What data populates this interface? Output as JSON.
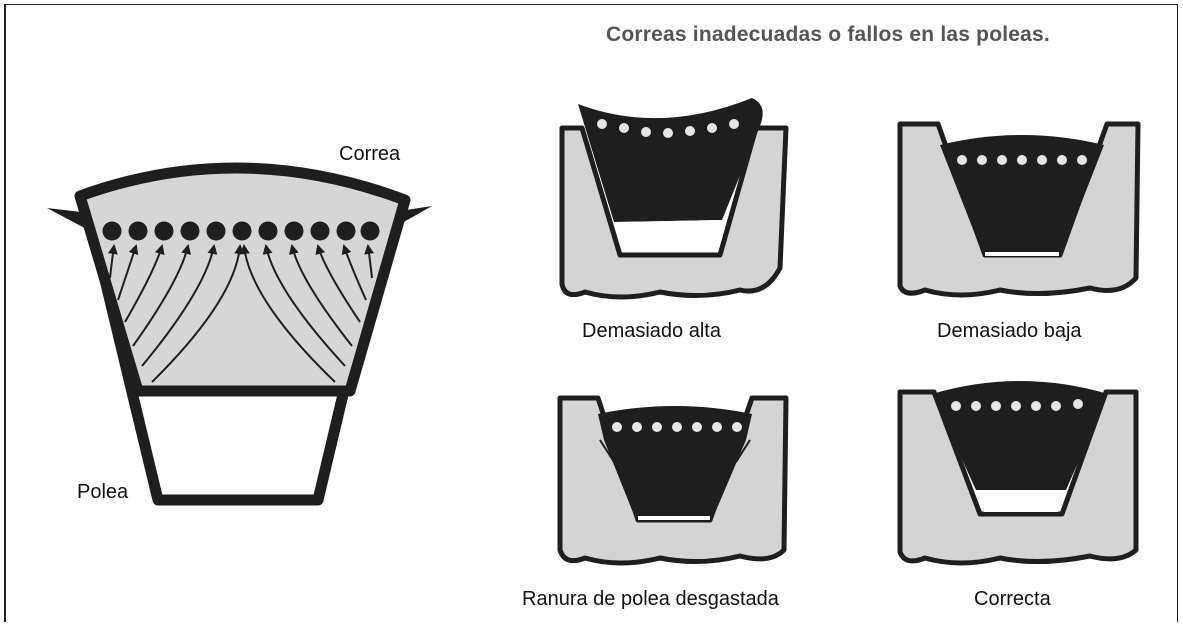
{
  "title": "Correas inadecuadas o fallos en las poleas.",
  "main_diagram": {
    "belt_label": "Correa",
    "pulley_label": "Polea"
  },
  "cases": [
    {
      "id": "high",
      "label": "Demasiado alta"
    },
    {
      "id": "low",
      "label": "Demasiado baja"
    },
    {
      "id": "worn",
      "label": "Ranura de polea desgastada"
    },
    {
      "id": "correct",
      "label": "Correcta"
    }
  ],
  "colors": {
    "belt": "#1e1e1e",
    "pulley": "#d4d4d4",
    "cord_light": "#e6e6e6"
  }
}
